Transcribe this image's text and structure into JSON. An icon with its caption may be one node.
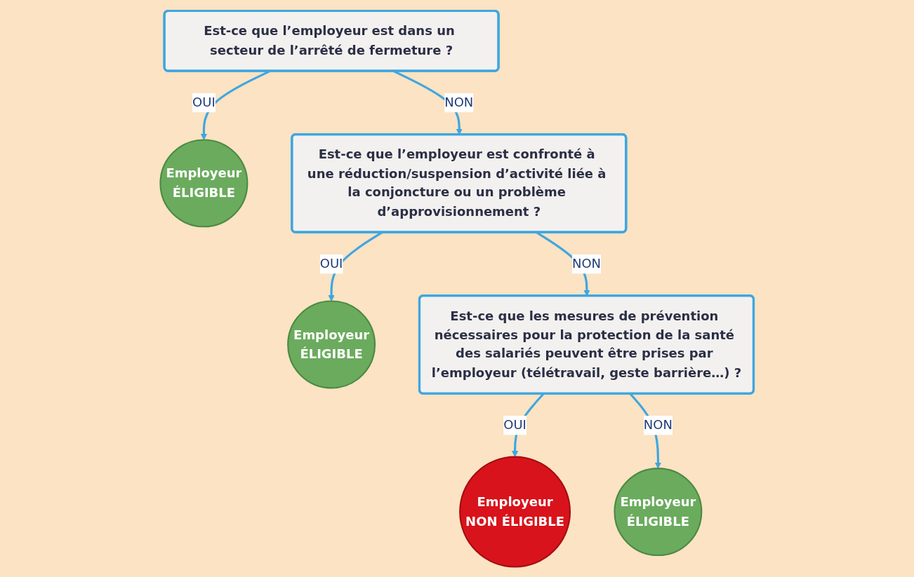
{
  "diagram": {
    "nodes": [
      {
        "text": [
          "Est-ce que l’employeur est dans un secteur de l’arrêté de fermeture ?"
        ]
      },
      {
        "text": [
          "Employeur",
          "ÉLIGIBLE"
        ]
      },
      {
        "text": [
          "Est-ce que l’employeur est confronté à une réduction/suspension d’activité liée à la conjoncture ou un problème d’approvisionnement ?"
        ]
      },
      {
        "text": [
          "Employeur",
          "ÉLIGIBLE"
        ]
      },
      {
        "text": [
          "Est-ce que les mesures de prévention nécessaires pour la protection de la santé des salariés peuvent être prises par l’employeur (télétravail, geste barrière…) ?"
        ]
      },
      {
        "text": [
          "Employeur",
          "NON ÉLIGIBLE"
        ]
      },
      {
        "text": [
          "Employeur",
          "ÉLIGIBLE"
        ]
      }
    ],
    "edges": [
      {
        "from": 0,
        "to": 1,
        "arrow": "to",
        "label": "OUI"
      },
      {
        "from": 0,
        "to": 2,
        "arrow": "to",
        "label": "NON"
      },
      {
        "from": 2,
        "to": 3,
        "arrow": "to",
        "label": "OUI"
      },
      {
        "from": 2,
        "to": 4,
        "arrow": "to",
        "label": "NON"
      },
      {
        "from": 4,
        "to": 5,
        "arrow": "to",
        "label": "OUI"
      },
      {
        "from": 4,
        "to": 6,
        "arrow": "to",
        "label": "NON"
      }
    ]
  }
}
